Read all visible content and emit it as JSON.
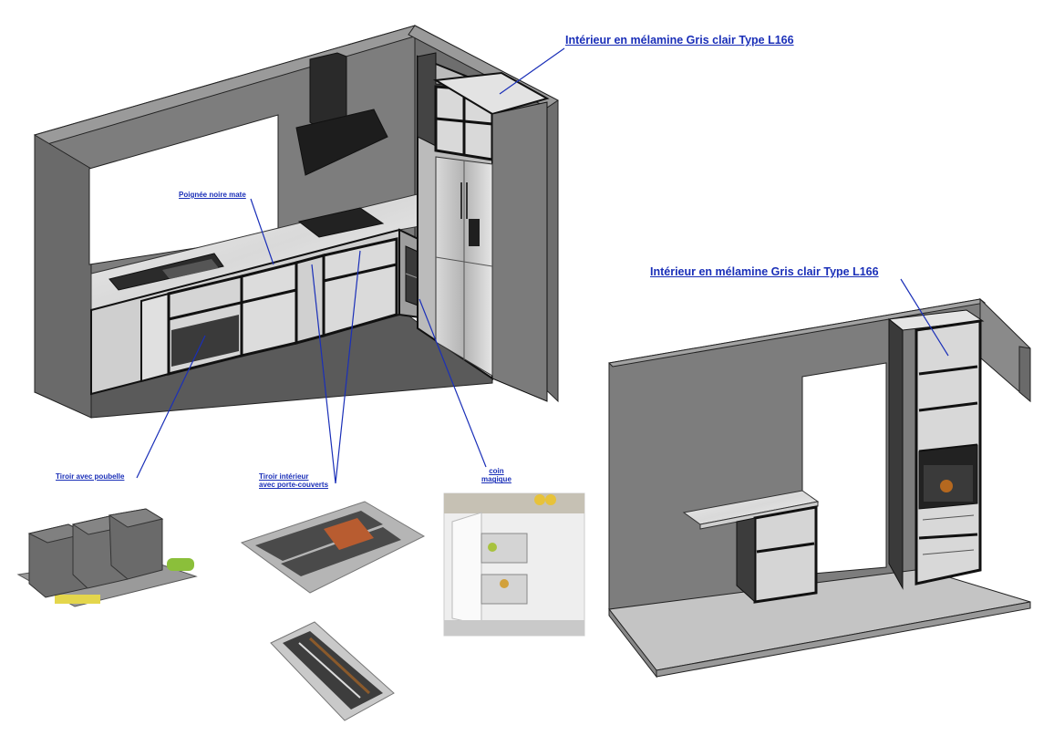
{
  "labels": {
    "interior_main": "Intérieur en mélamine Gris clair Type L166",
    "interior_secondary": "Intérieur en mélamine Gris clair Type L166",
    "handle": "Poignée noire mate",
    "trash_drawer": "Tiroir avec poubelle",
    "inner_drawer_line1": "Tiroir intérieur",
    "inner_drawer_line2": "avec porte-couverts",
    "corner_line1": "coin",
    "corner_line2": "magique"
  },
  "colors": {
    "label": "#1a2fb8",
    "wall": "#7a7a7a",
    "wall_dark": "#5c5c5c",
    "floor": "#bdbdbd",
    "cabinet": "#d7d7d7",
    "frame": "#1f1f1f",
    "counter": "#e6e6e6",
    "steel": "#c4c4c4"
  },
  "icons": [
    "trash-bins-icon",
    "cutlery-tray-icon",
    "magic-corner-icon",
    "oven-icon",
    "fridge-icon",
    "hood-icon"
  ]
}
